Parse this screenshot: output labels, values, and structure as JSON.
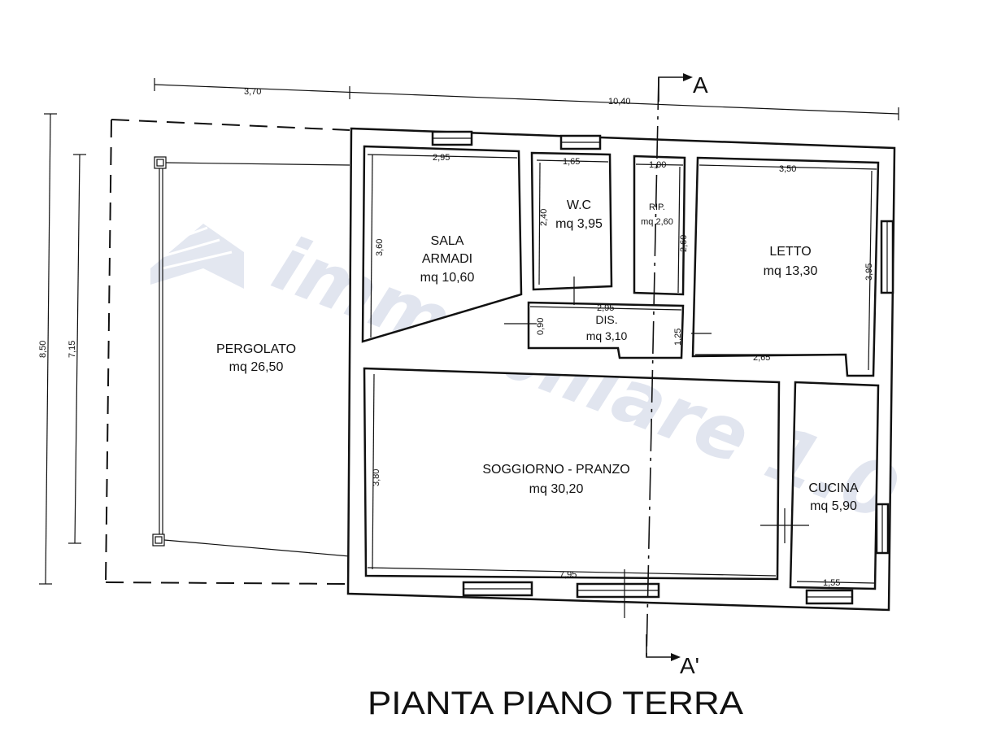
{
  "title": "PIANTA PIANO TERRA",
  "watermark": "immobiliare 1.0",
  "section": {
    "top": "A",
    "bottom": "A'"
  },
  "overall_dims": {
    "top_left": "3,70",
    "top_total": "10,40",
    "left_outer": "8,50",
    "left_inner": "7,15"
  },
  "rooms": {
    "pergolato": {
      "name": "PERGOLATO",
      "area": "mq 26,50"
    },
    "sala": {
      "name1": "SALA",
      "name2": "ARMADI",
      "area": "mq 10,60",
      "w": "2,95",
      "h": "3,60"
    },
    "wc": {
      "name": "W.C",
      "area": "mq 3,95",
      "w": "1,65",
      "h": "2,40"
    },
    "rip": {
      "name": "RIP.",
      "area": "mq 2,60",
      "w": "1,00",
      "h": "2,60"
    },
    "letto": {
      "name": "LETTO",
      "area": "mq 13,30",
      "w": "3,50",
      "h": "3,95",
      "w2": "2,65"
    },
    "dis": {
      "name": "DIS.",
      "area": "mq 3,10",
      "w": "2,95",
      "h1": "0,90",
      "h2": "1,25"
    },
    "soggiorno": {
      "name": "SOGGIORNO - PRANZO",
      "area": "mq 30,20",
      "w": "7,95",
      "h": "3,80"
    },
    "cucina": {
      "name": "CUCINA",
      "area": "mq 5,90",
      "w": "1,55"
    }
  }
}
